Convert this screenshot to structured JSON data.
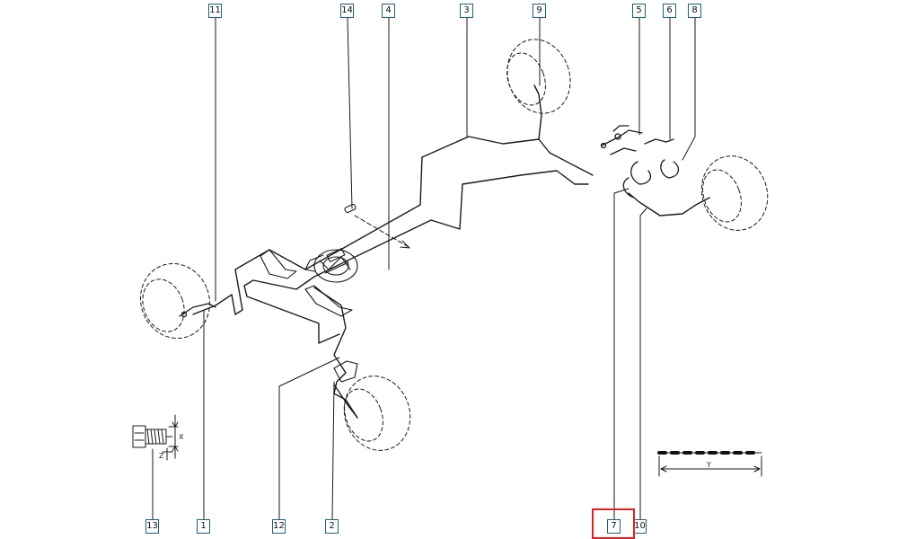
{
  "callouts": {
    "c1": "1",
    "c2": "2",
    "c3": "3",
    "c4": "4",
    "c5": "5",
    "c6": "6",
    "c7": "7",
    "c8": "8",
    "c9": "9",
    "c10": "10",
    "c11": "11",
    "c12": "12",
    "c13": "13",
    "c14": "14"
  },
  "dimensions": {
    "x": "X",
    "z": "Z",
    "y": "Y"
  },
  "colors": {
    "line": "#1a1a1a",
    "callout_border": "#1f5f7a",
    "highlight": "#e02020"
  },
  "highlighted_callout": "7"
}
